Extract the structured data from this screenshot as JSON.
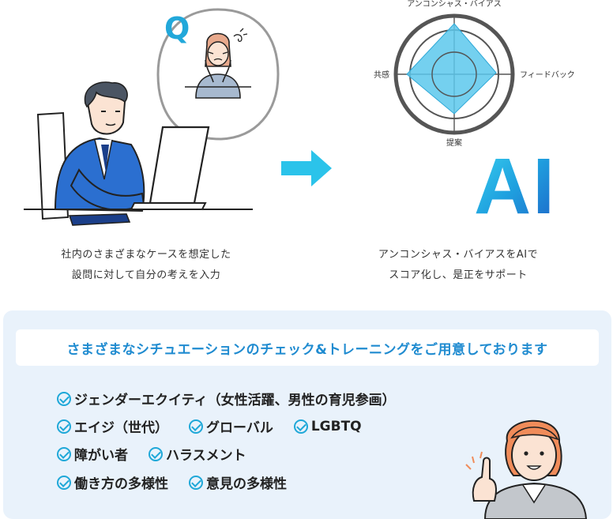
{
  "bubble": {
    "letter": "Q"
  },
  "radar": {
    "labels": {
      "top": "アンコンシャス・バイアス",
      "right": "フィードバック",
      "bottom": "提案",
      "left": "共感"
    }
  },
  "ai_logo": {
    "text": "AI"
  },
  "captions": {
    "left_line1": "社内のさまざまなケースを想定した",
    "left_line2": "設問に対して自分の考えを入力",
    "right_line1": "アンコンシャス・バイアスをAIで",
    "right_line2": "スコア化し、是正をサポート"
  },
  "panel": {
    "headline": "さまざまなシチュエーションのチェック&トレーニングをご用意しております",
    "items": [
      "ジェンダーエクイティ（女性活躍、男性の育児参画）",
      "エイジ（世代）",
      "グローバル",
      "LGBTQ",
      "障がい者",
      "ハラスメント",
      "働き方の多様性",
      "意見の多様性"
    ]
  },
  "colors": {
    "accent_blue": "#1f8bd0",
    "check_cyan": "#1fa8d8",
    "panel_bg": "#e9f2fb",
    "radar_fill": "#5cc8ec",
    "arrow": "#2bc3ea"
  },
  "icons": [
    "speech-bubble",
    "arrow-right-icon",
    "radar-chart",
    "ai-logo",
    "check-circle-icon"
  ]
}
